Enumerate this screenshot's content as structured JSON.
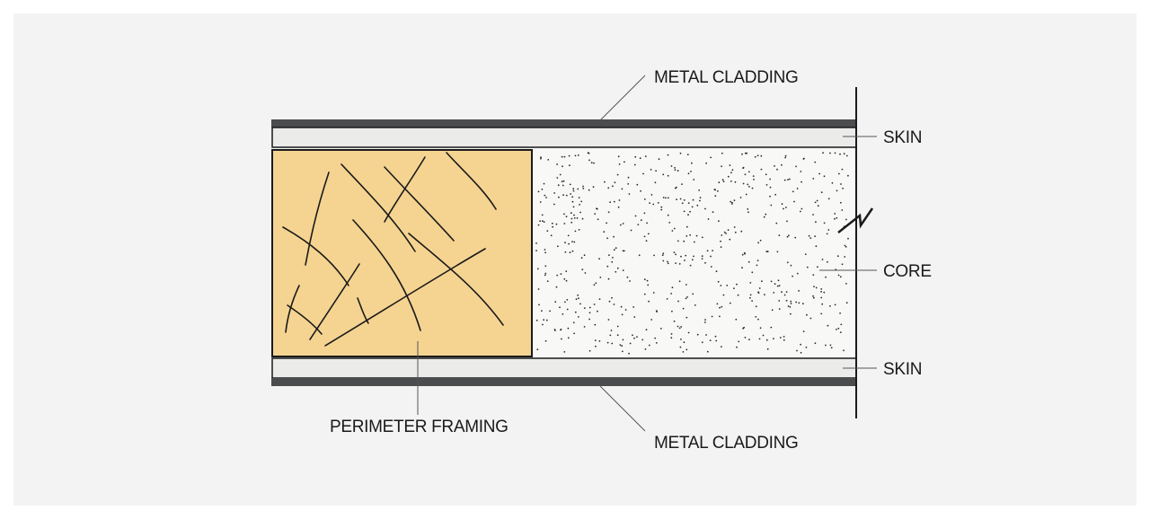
{
  "labels": {
    "cladding_top": "METAL CLADDING",
    "skin_top": "SKIN",
    "core": "CORE",
    "skin_bottom": "SKIN",
    "framing": "PERIMETER FRAMING",
    "cladding_bottom": "METAL CLADDING"
  },
  "colors": {
    "background": "#f2f3f2",
    "cladding": "#4a4c4d",
    "skin": "#ebecea",
    "framing": "#f5d491",
    "core": "#f8f8f6",
    "line": "#1a1a1a"
  }
}
